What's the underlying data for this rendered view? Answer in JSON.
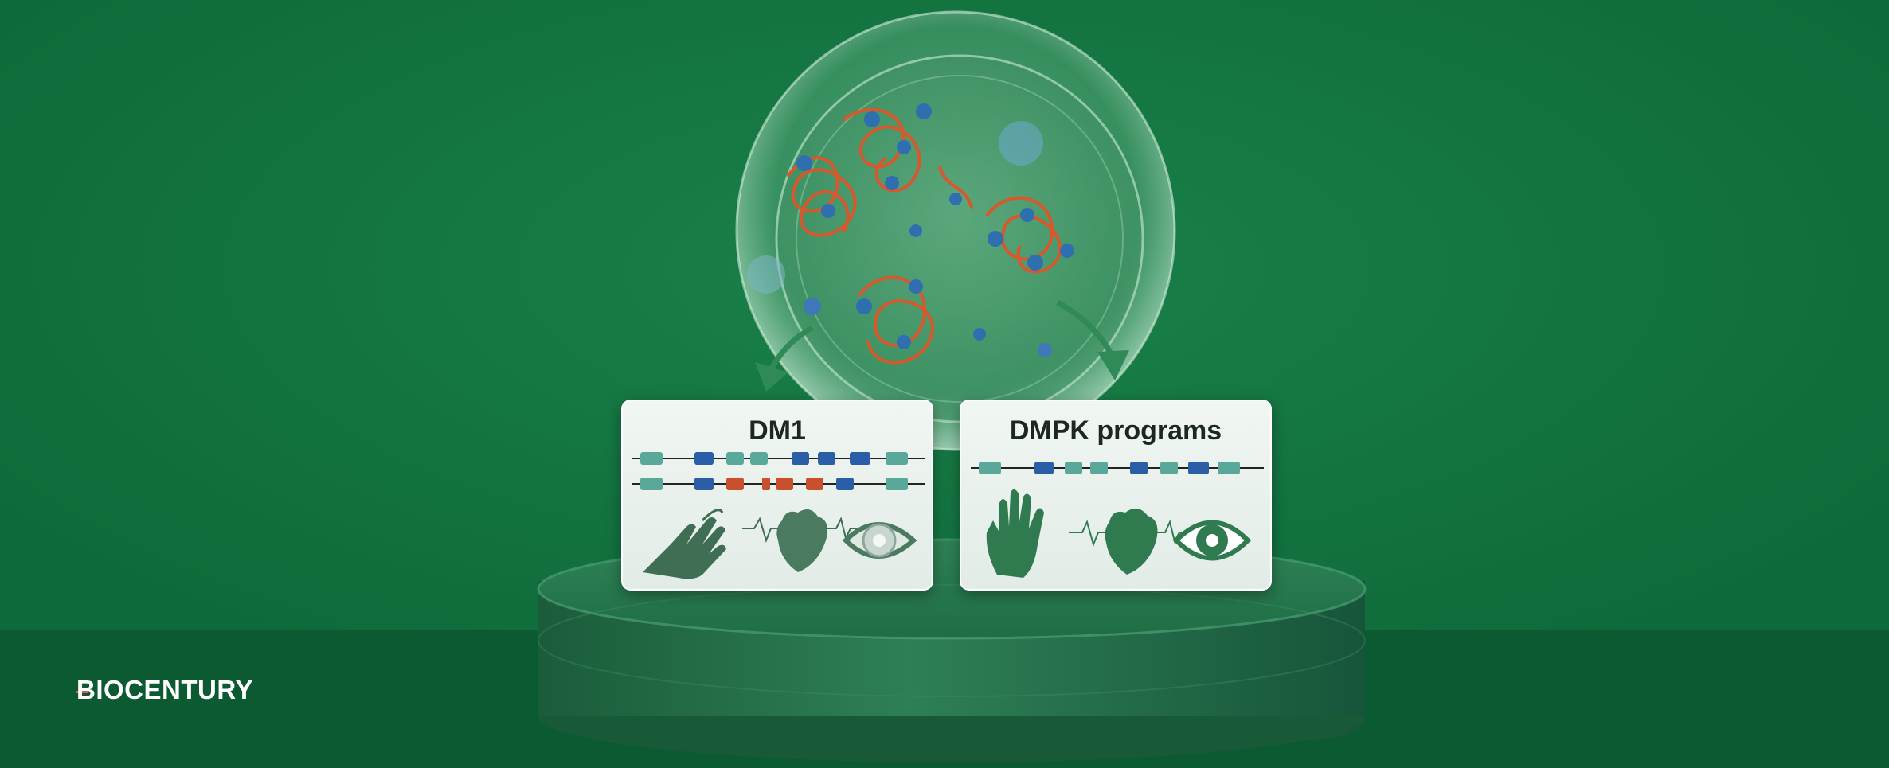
{
  "brand": {
    "name": "BIOCENTURY"
  },
  "cards": {
    "left": {
      "title": "DM1",
      "icons": [
        "weak-hand-icon",
        "heart-ecg-icon",
        "clouded-eye-icon"
      ]
    },
    "right": {
      "title": "DMPK programs",
      "icons": [
        "healthy-hand-icon",
        "heart-ecg-icon",
        "healthy-eye-icon"
      ]
    }
  },
  "colors": {
    "background": "#0f6e3d",
    "floor": "#0b5a31",
    "rna_strand": "#d9572b",
    "protein": "#2f6fb0",
    "exon_blue": "#2a5fa8",
    "exon_teal": "#5aa89a",
    "exon_red": "#c9502c",
    "icon_green": "#2f7a4f"
  }
}
